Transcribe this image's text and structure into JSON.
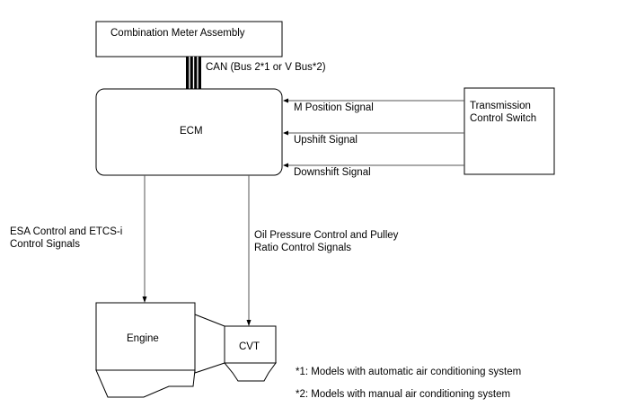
{
  "diagram": {
    "meter_label": "Combination Meter Assembly",
    "can_label": "CAN (Bus 2*1 or V Bus*2)",
    "ecm_label": "ECM",
    "tcs_label_line1": "Transmission",
    "tcs_label_line2": "Control Switch",
    "signal_m_position": "M Position Signal",
    "signal_upshift": "Upshift Signal",
    "signal_downshift": "Downshift Signal",
    "esa_label_line1": "ESA Control and ETCS-i",
    "esa_label_line2": "Control Signals",
    "oil_label_line1": "Oil Pressure Control and Pulley",
    "oil_label_line2": "Ratio Control Signals",
    "engine_label": "Engine",
    "cvt_label": "CVT",
    "note_1": "*1: Models with automatic air conditioning system",
    "note_2": "*2: Models with manual air conditioning system"
  }
}
